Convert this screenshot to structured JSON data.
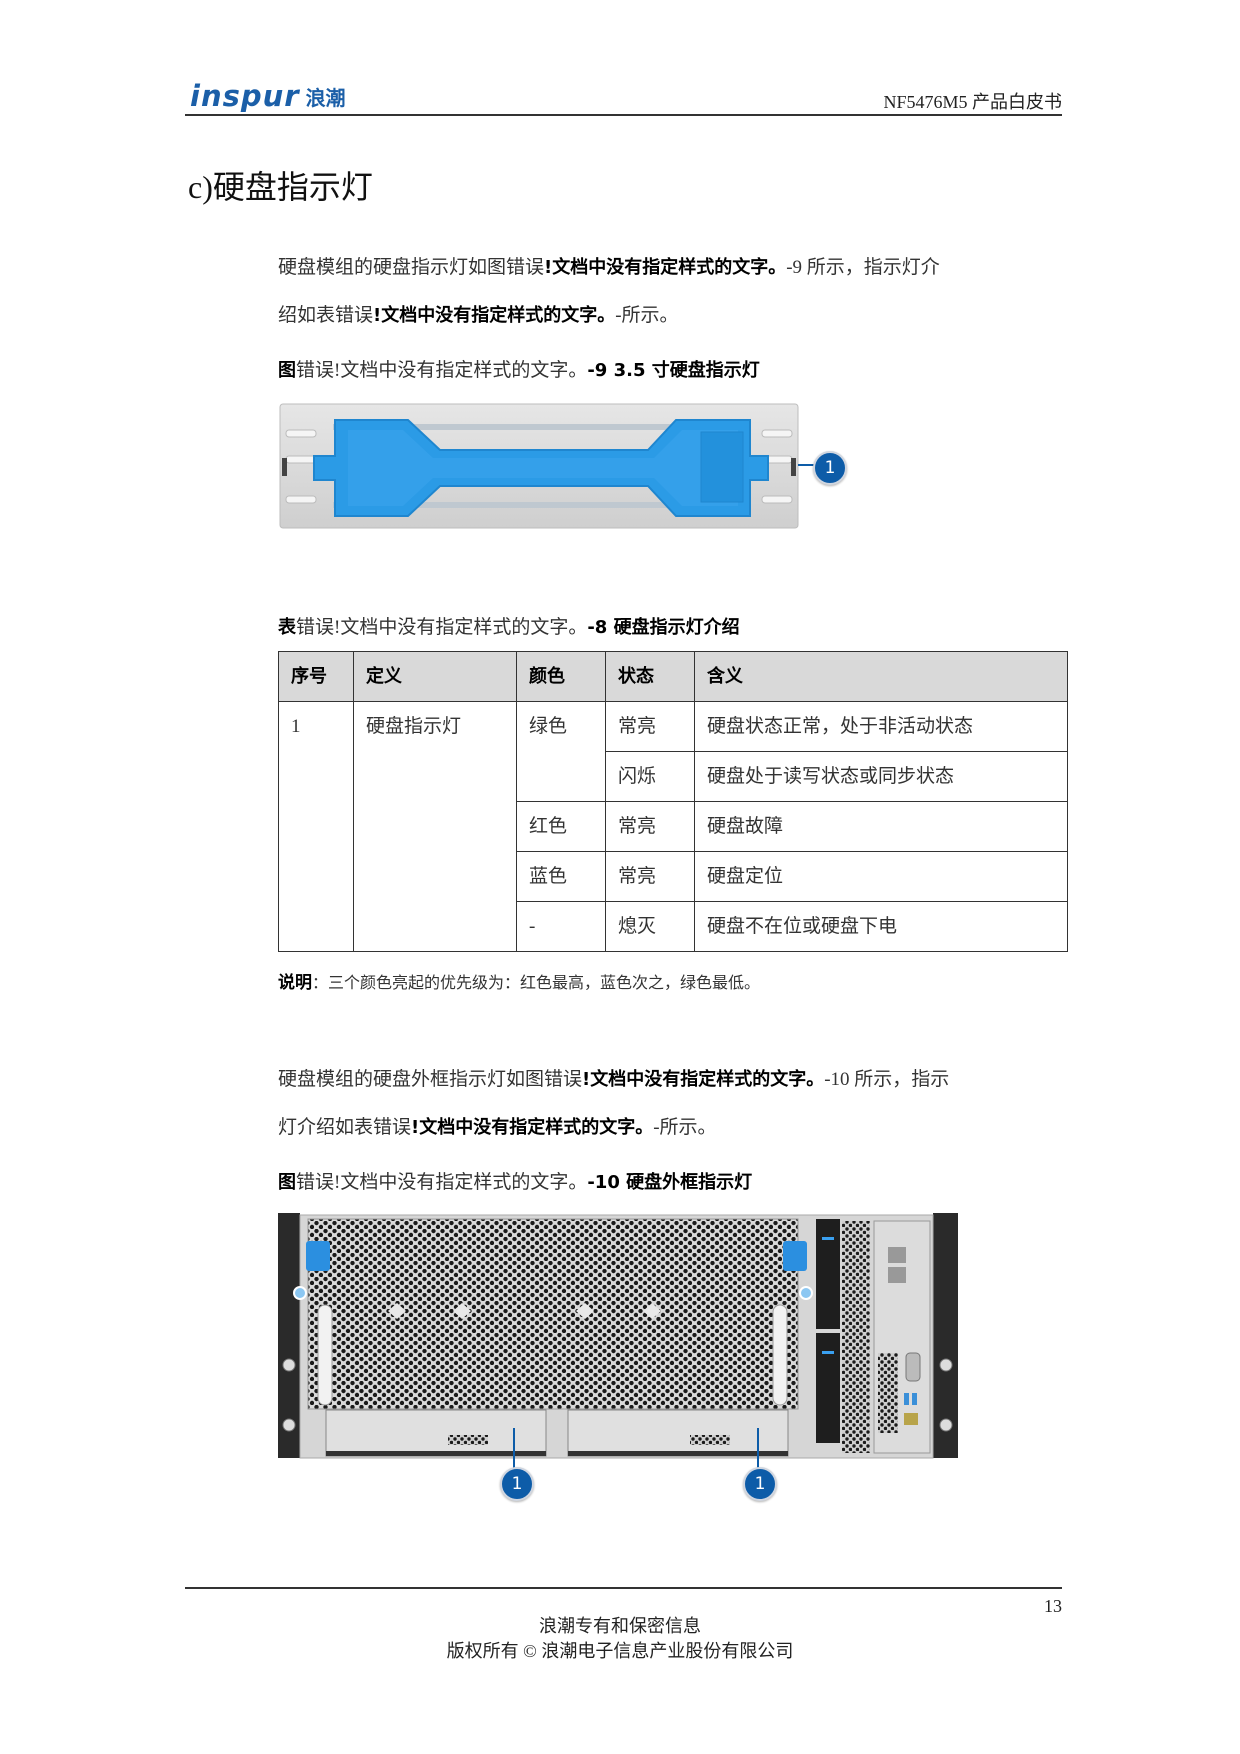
{
  "header": {
    "logo_en": "inspur",
    "logo_cn": "浪潮",
    "doc_title": "NF5476M5  产品白皮书"
  },
  "section": {
    "title": "c)硬盘指示灯"
  },
  "para1": {
    "line1_a": "硬盘模组的硬盘指示灯如图错误",
    "line1_b": "!文档中没有指定样式的文字。",
    "line1_c": "-9 所示，指示灯介",
    "line2_a": "绍如表错误",
    "line2_b": "!文档中没有指定样式的文字。",
    "line2_c": "-所示。"
  },
  "figure1": {
    "caption_prefix": "图",
    "caption_mid": "错误!文档中没有指定样式的文字。",
    "caption_title": "-9 3.5 寸硬盘指示灯",
    "callout": "1",
    "colors": {
      "handle_blue": "#2b9be6",
      "tray_gray": "#d4d4d4",
      "callout_blue": "#0d5ca8"
    }
  },
  "table": {
    "caption_prefix": "表",
    "caption_mid": "错误!文档中没有指定样式的文字。",
    "caption_title": "-8  硬盘指示灯介绍",
    "headers": [
      "序号",
      "定义",
      "颜色",
      "状态",
      "含义"
    ],
    "index": "1",
    "definition": "硬盘指示灯",
    "rows": [
      {
        "color": "绿色",
        "state": "常亮",
        "meaning": "硬盘状态正常，处于非活动状态"
      },
      {
        "color": "",
        "state": "闪烁",
        "meaning": "硬盘处于读写状态或同步状态"
      },
      {
        "color": "红色",
        "state": "常亮",
        "meaning": "硬盘故障"
      },
      {
        "color": "蓝色",
        "state": "常亮",
        "meaning": "硬盘定位"
      },
      {
        "color": "-",
        "state": "熄灭",
        "meaning": "硬盘不在位或硬盘下电"
      }
    ],
    "header_bg": "#d9d9d9"
  },
  "note": {
    "label": "说明",
    "text": "：三个颜色亮起的优先级为：红色最高，蓝色次之，绿色最低。"
  },
  "para2": {
    "line1_a": "硬盘模组的硬盘外框指示灯如图错误",
    "line1_b": "!文档中没有指定样式的文字。",
    "line1_c": "-10 所示，指示",
    "line2_a": "灯介绍如表错误",
    "line2_b": "!文档中没有指定样式的文字。",
    "line2_c": "-所示。"
  },
  "figure2": {
    "caption_prefix": "图",
    "caption_mid": "错误!文档中没有指定样式的文字。",
    "caption_title": "-10  硬盘外框指示灯",
    "callouts": [
      "1",
      "1"
    ]
  },
  "footer": {
    "page_number": "13",
    "line1": "浪潮专有和保密信息",
    "line2": "版权所有 © 浪潮电子信息产业股份有限公司"
  }
}
